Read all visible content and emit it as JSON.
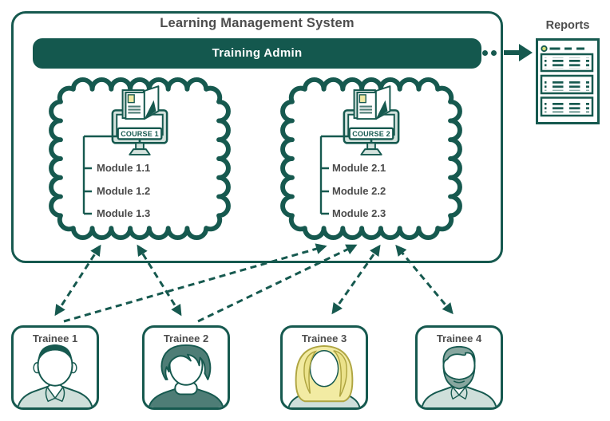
{
  "lms": {
    "title": "Learning Management System",
    "admin_banner": "Training Admin"
  },
  "reports": {
    "label": "Reports",
    "icon": "report-document-icon"
  },
  "courses": [
    {
      "name": "COURSE 1",
      "icon": "monitor-open-book-icon",
      "modules": [
        "Module 1.1",
        "Module 1.2",
        "Module 1.3"
      ]
    },
    {
      "name": "COURSE 2",
      "icon": "monitor-open-book-icon",
      "modules": [
        "Module 2.1",
        "Module 2.2",
        "Module 2.3"
      ]
    }
  ],
  "trainees": [
    {
      "label": "Trainee 1"
    },
    {
      "label": "Trainee 2"
    },
    {
      "label": "Trainee 3"
    },
    {
      "label": "Trainee 4"
    }
  ],
  "connections": [
    {
      "from": "Trainee 1",
      "to": "Course 1",
      "style": "dashed",
      "bidirectional": true
    },
    {
      "from": "Trainee 2",
      "to": "Course 1",
      "style": "dashed",
      "bidirectional": true
    },
    {
      "from": "Trainee 1",
      "to": "Course 2",
      "style": "dashed",
      "bidirectional": false
    },
    {
      "from": "Trainee 2",
      "to": "Course 2",
      "style": "dashed",
      "bidirectional": false
    },
    {
      "from": "Trainee 3",
      "to": "Course 2",
      "style": "dashed",
      "bidirectional": true
    },
    {
      "from": "Trainee 4",
      "to": "Course 2",
      "style": "dashed",
      "bidirectional": true
    },
    {
      "from": "Training Admin",
      "to": "Reports",
      "style": "dotted-arrow",
      "bidirectional": false
    }
  ],
  "palette": {
    "teal_dark": "#16594F",
    "teal_mid": "#4E7D76",
    "teal_gray": "#87A69F",
    "teal_light": "#CFDFDA",
    "pale_yellow": "#F2EBA3",
    "text_gray": "#4D4D4D"
  }
}
